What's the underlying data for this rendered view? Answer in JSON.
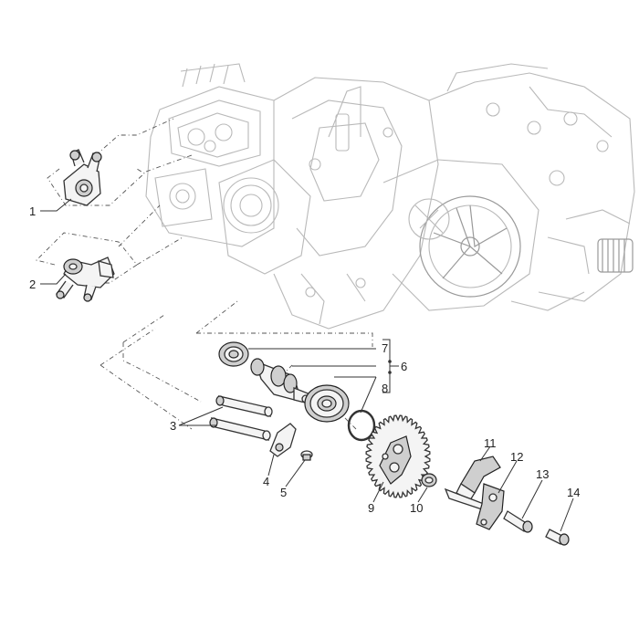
{
  "callouts": {
    "n1": "1",
    "n2": "2",
    "n3": "3",
    "n4": "4",
    "n5": "5",
    "n6": "6",
    "n7": "7",
    "n8": "8",
    "n9": "9",
    "n10": "10",
    "n11": "11",
    "n12": "12",
    "n13": "13",
    "n14": "14"
  }
}
